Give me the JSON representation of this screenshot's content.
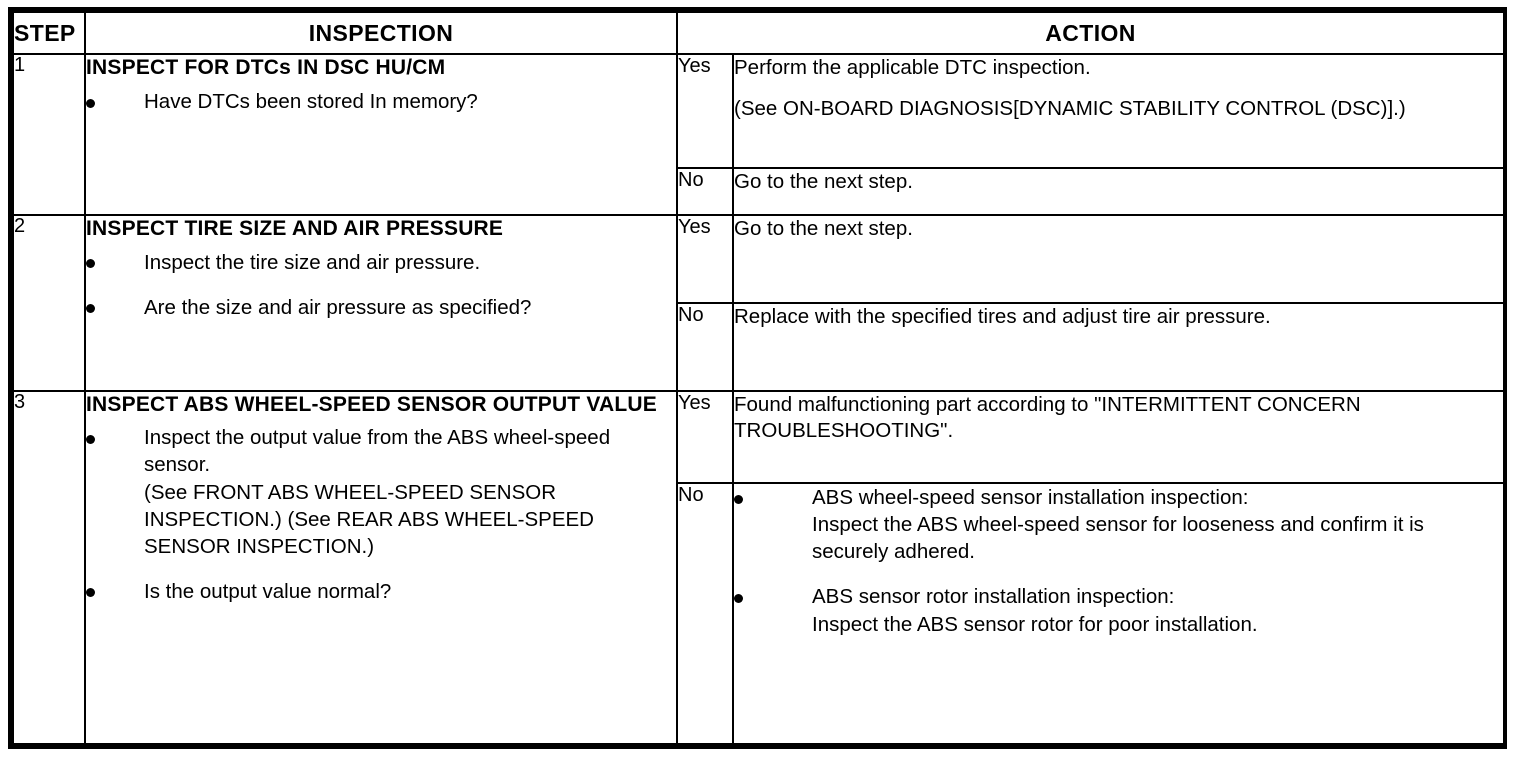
{
  "table": {
    "headers": {
      "step": "STEP",
      "inspection": "INSPECTION",
      "action": "ACTION"
    },
    "rows": [
      {
        "step": "1",
        "inspection": {
          "title": "INSPECT FOR DTCs IN DSC HU/CM",
          "bullets": [
            "Have DTCs been stored In memory?"
          ]
        },
        "branches": [
          {
            "label": "Yes",
            "paragraphs": [
              "Perform the applicable DTC inspection.",
              "(See ON-BOARD DIAGNOSIS[DYNAMIC STABILITY CONTROL (DSC)].)"
            ]
          },
          {
            "label": "No",
            "paragraphs": [
              "Go to the next step."
            ]
          }
        ]
      },
      {
        "step": "2",
        "inspection": {
          "title": "INSPECT TIRE SIZE AND AIR PRESSURE",
          "bullets": [
            "Inspect the tire size and air pressure.",
            "Are the size and air pressure as specified?"
          ]
        },
        "branches": [
          {
            "label": "Yes",
            "paragraphs": [
              "Go to the next step."
            ]
          },
          {
            "label": "No",
            "paragraphs": [
              "Replace with the specified tires and adjust tire air pressure."
            ]
          }
        ]
      },
      {
        "step": "3",
        "inspection": {
          "title": "INSPECT ABS WHEEL-SPEED SENSOR OUTPUT VALUE",
          "bullet_one": "Inspect the output value from the ABS wheel-speed sensor.",
          "reference_one": "(See FRONT ABS WHEEL-SPEED SENSOR INSPECTION.)",
          "reference_two": "(See REAR ABS WHEEL-SPEED SENSOR INSPECTION.)",
          "bullet_two": "Is the output value normal?"
        },
        "branches": [
          {
            "label": "Yes",
            "paragraphs": [
              "Found malfunctioning part according to \"INTERMITTENT CONCERN TROUBLESHOOTING\"."
            ]
          },
          {
            "label": "No",
            "bullet_one": "ABS wheel-speed sensor installation inspection:",
            "sub_one": "Inspect the ABS wheel-speed sensor for looseness and confirm it is securely adhered.",
            "bullet_two": "ABS sensor rotor installation inspection:",
            "sub_two": "Inspect the ABS sensor rotor for poor installation."
          }
        ]
      }
    ]
  },
  "colors": {
    "border": "#000000",
    "background": "#ffffff",
    "text": "#000000"
  }
}
